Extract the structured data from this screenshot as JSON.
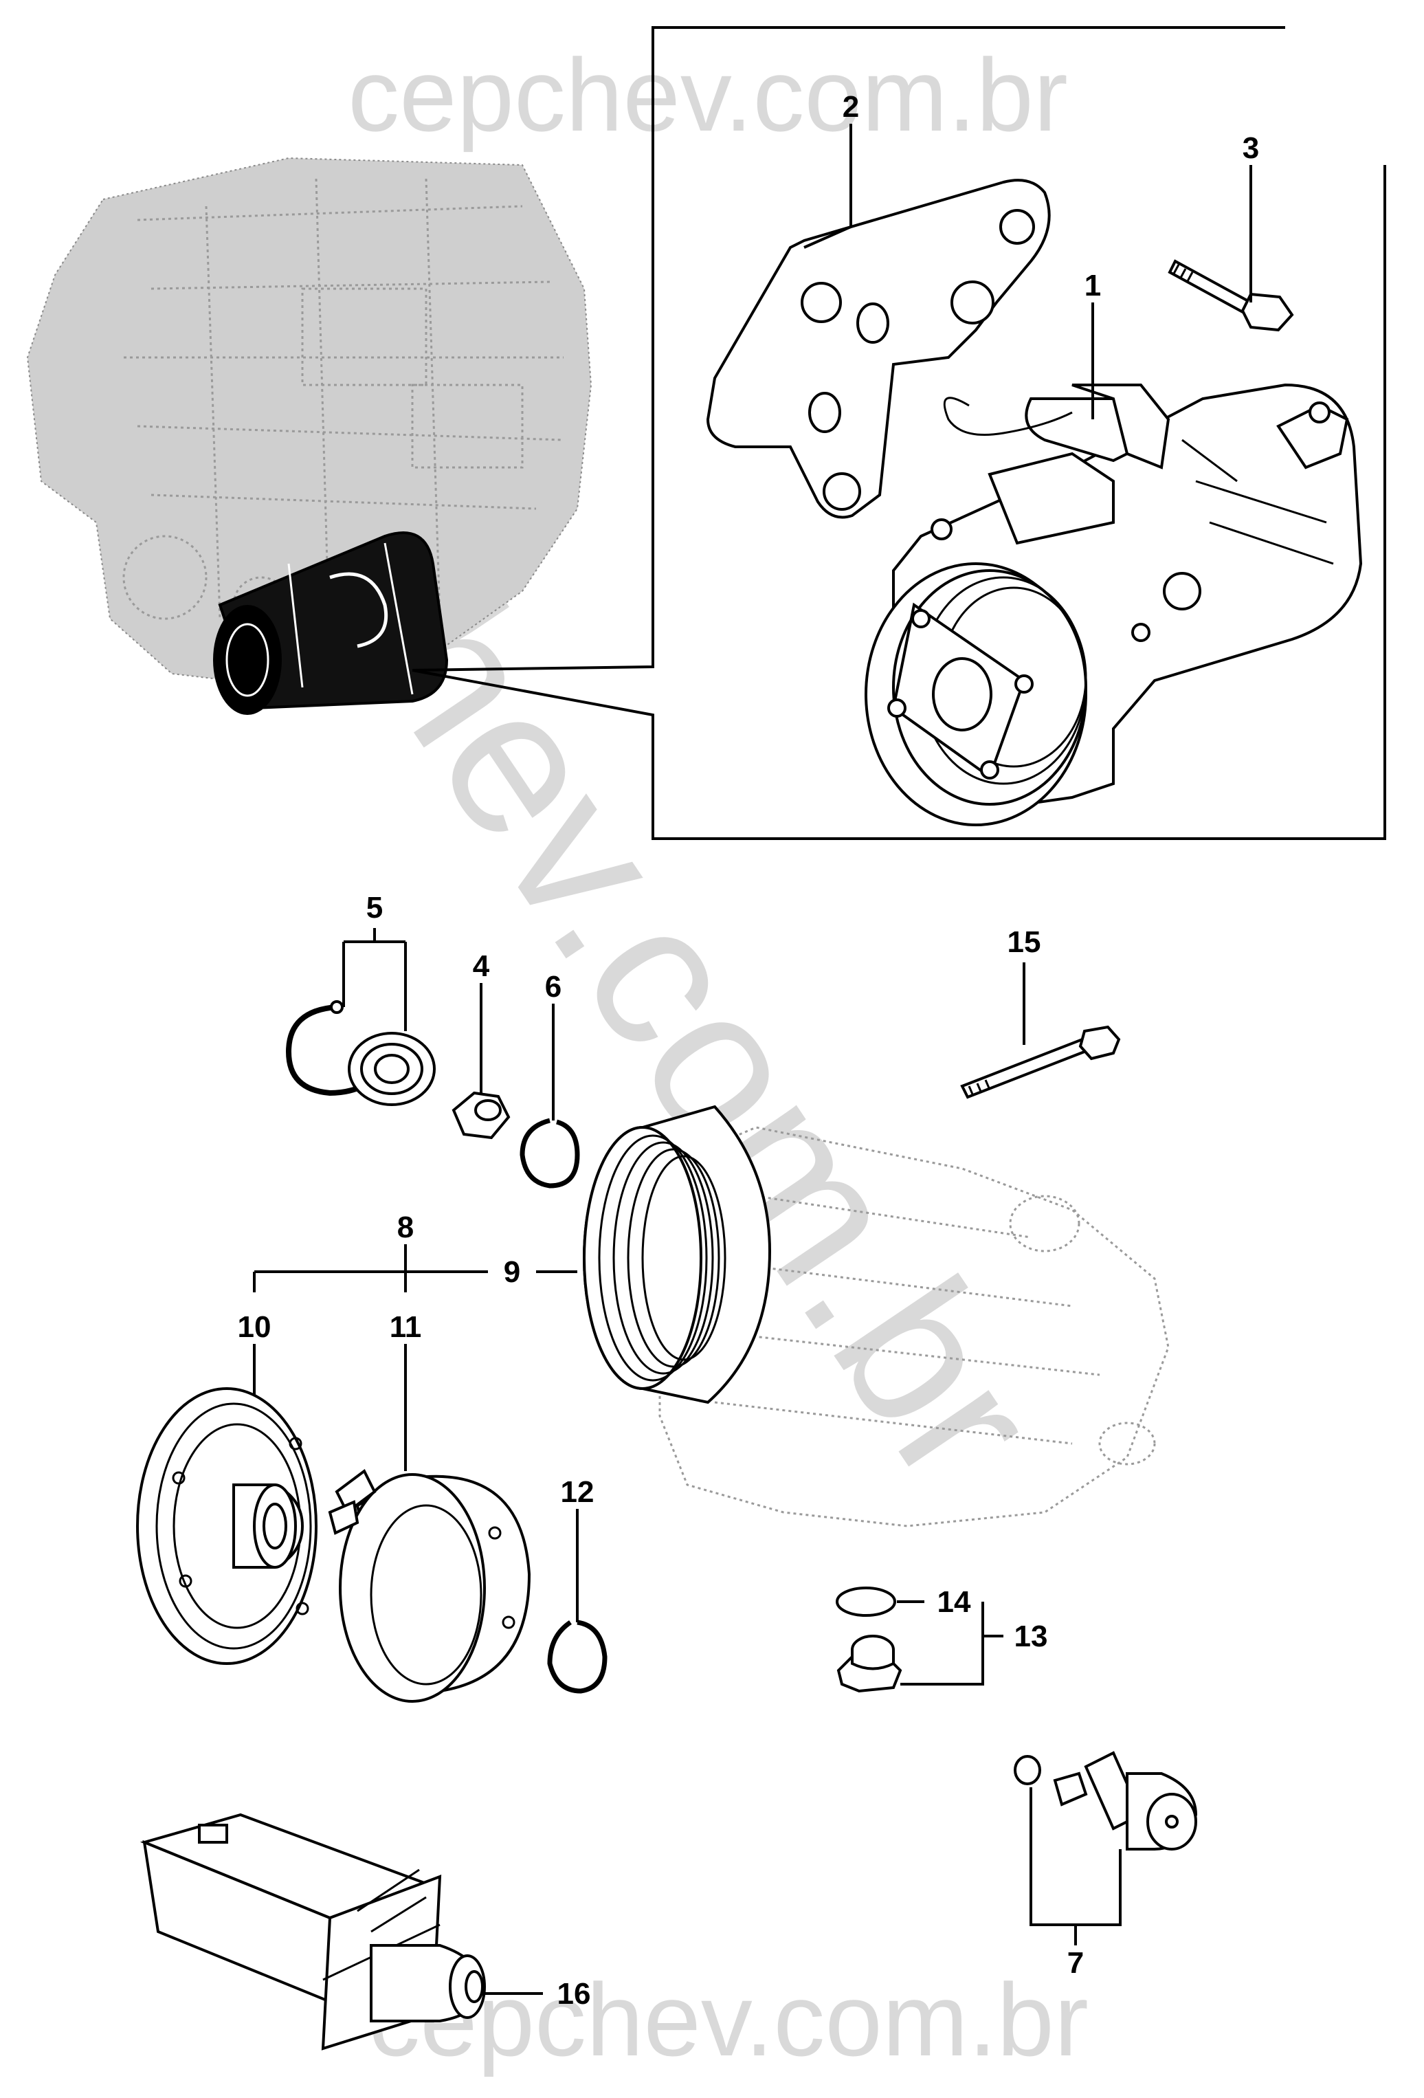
{
  "watermark": {
    "top": "cepchev.com.br",
    "diagonal": "cepchev.com.br",
    "bottom": "cepchev.com.br"
  },
  "callouts": {
    "c1": "1",
    "c2": "2",
    "c3": "3",
    "c4": "4",
    "c5": "5",
    "c6": "6",
    "c7": "7",
    "c8": "8",
    "c9": "9",
    "c10": "10",
    "c11": "11",
    "c12": "12",
    "c13": "13",
    "c14": "14",
    "c15": "15",
    "c16": "16"
  }
}
